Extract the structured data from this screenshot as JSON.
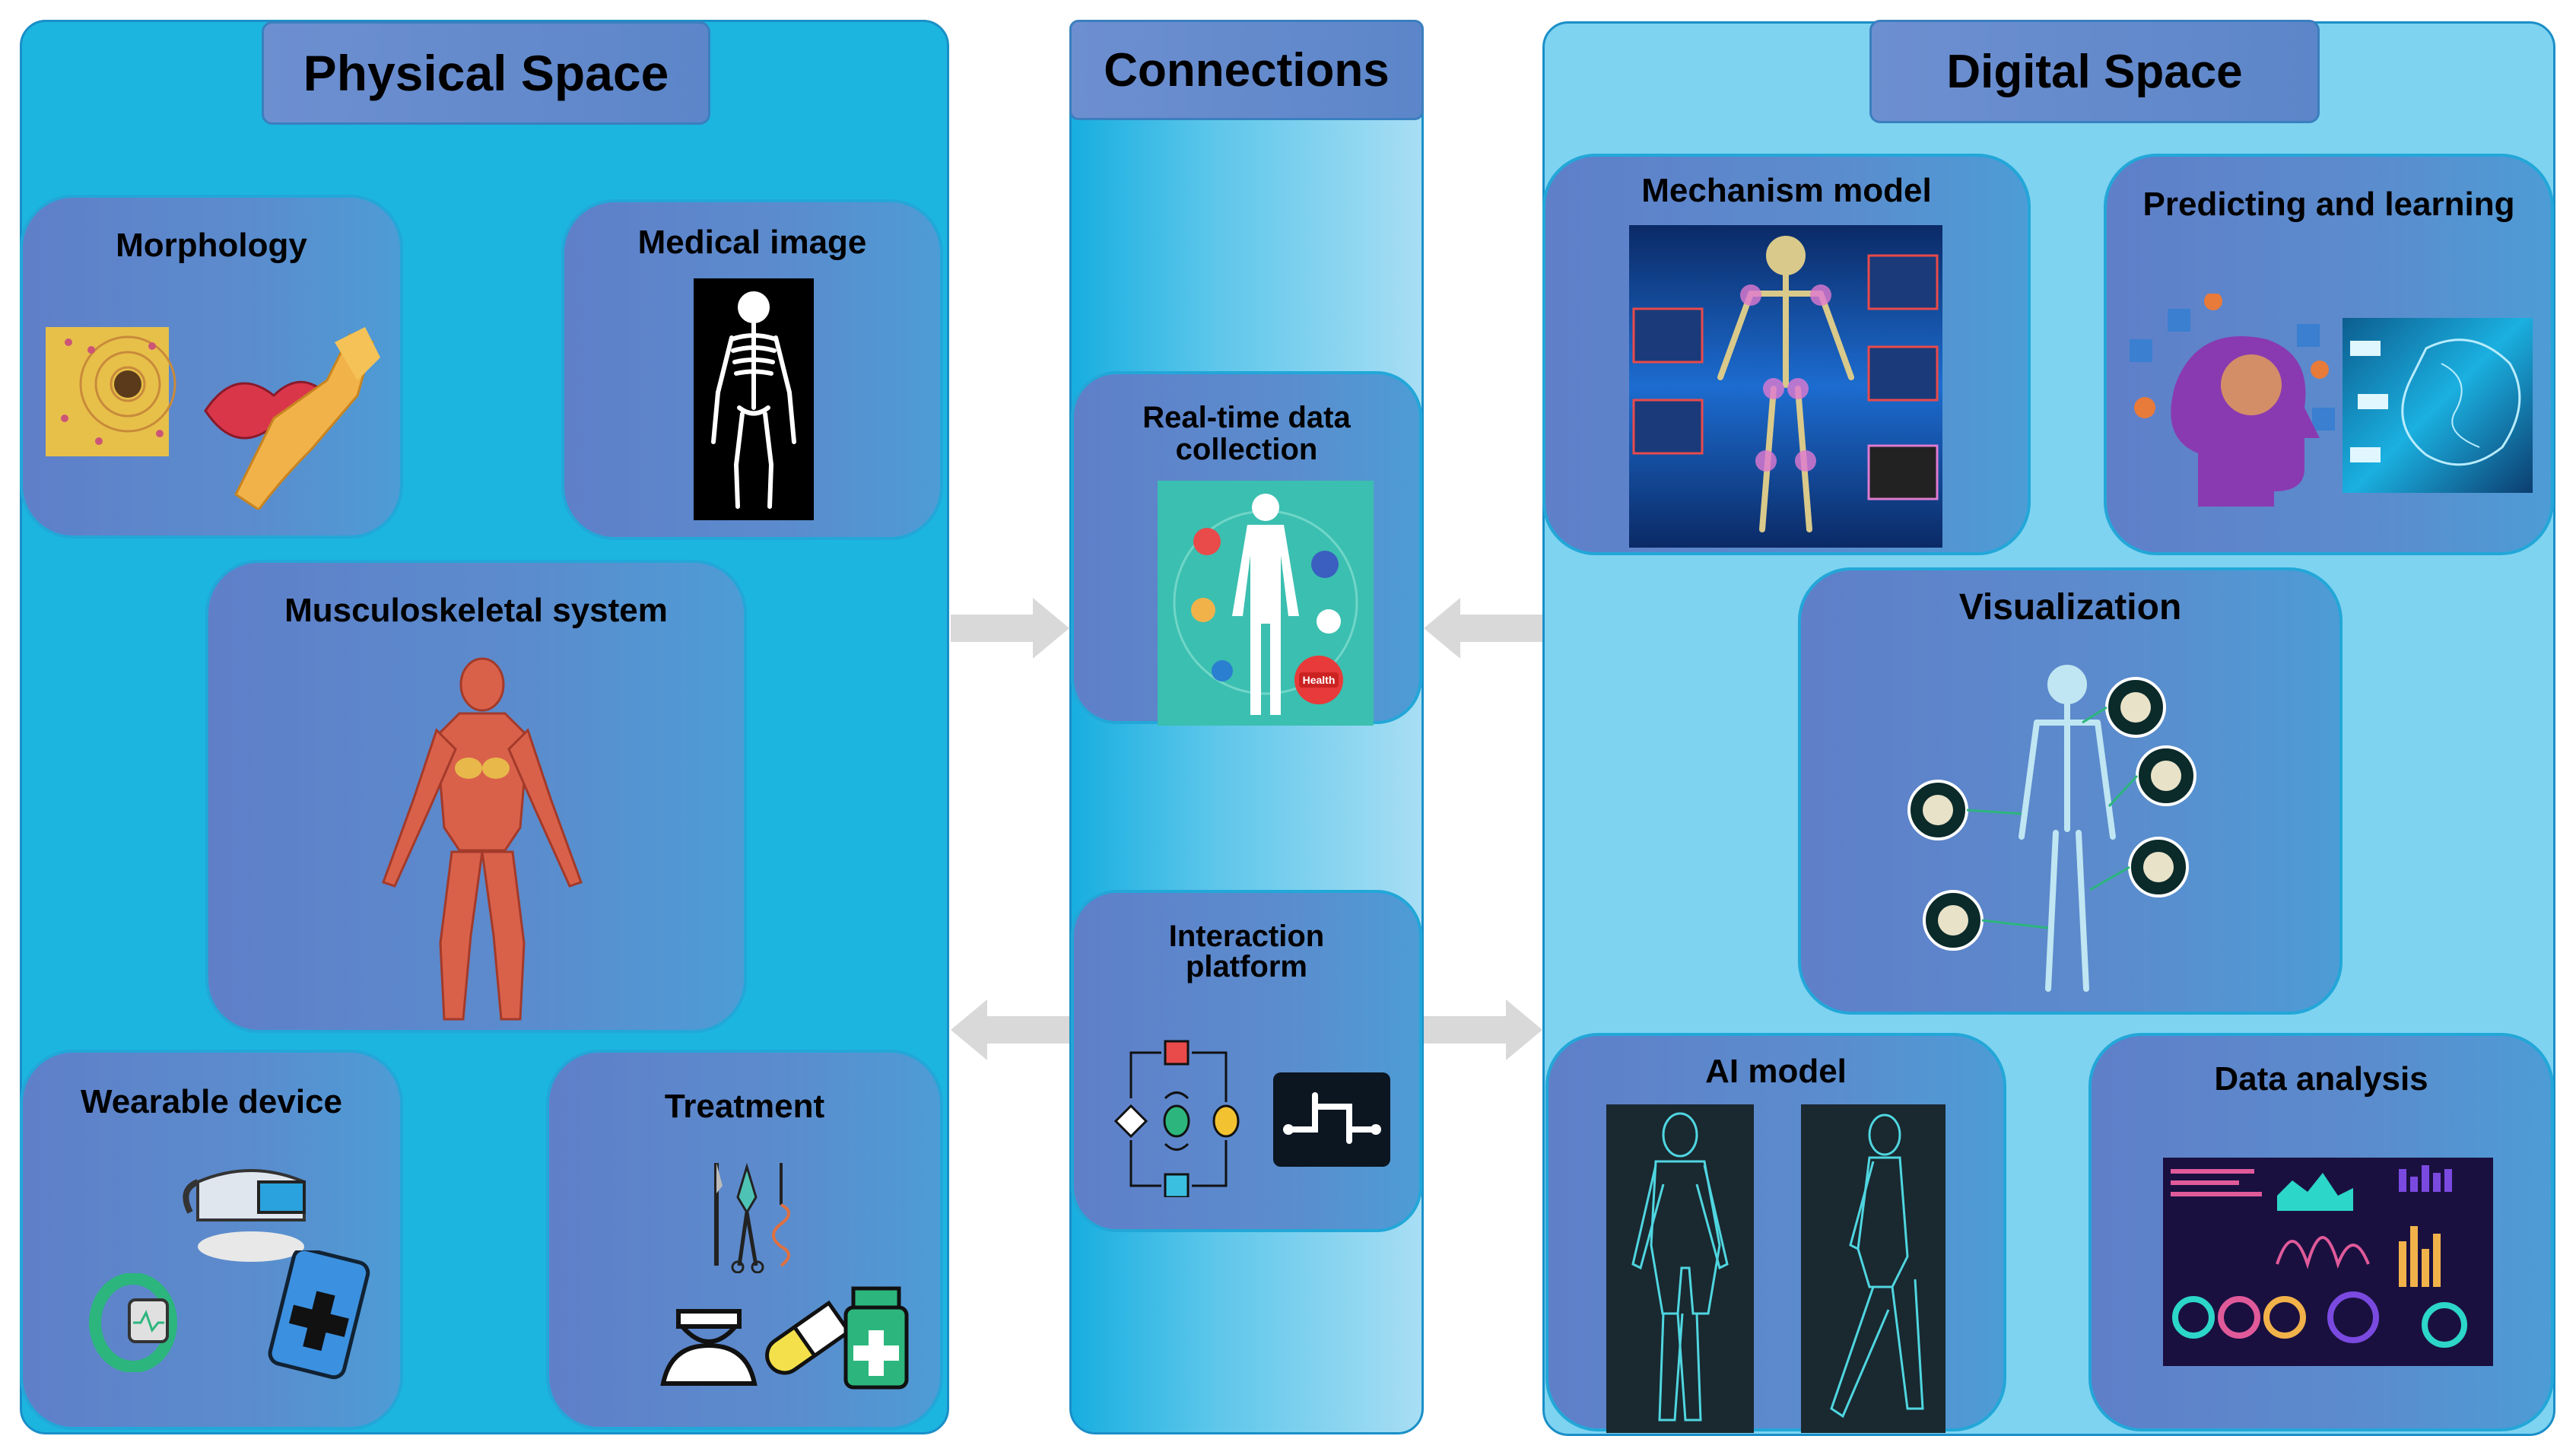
{
  "physical": {
    "title": "Physical Space",
    "cards": {
      "morphology": "Morphology",
      "medical_image": "Medical image",
      "musculoskeletal": "Musculoskeletal system",
      "wearable": "Wearable device",
      "treatment": "Treatment"
    }
  },
  "connections": {
    "title": "Connections",
    "realtime_line1": "Real-time data",
    "realtime_line2": "collection",
    "health_badge": "Health",
    "interaction_line1": "Interaction",
    "interaction_line2": "platform"
  },
  "digital": {
    "title": "Digital Space",
    "cards": {
      "mechanism": "Mechanism model",
      "predicting": "Predicting and learning",
      "visualization": "Visualization",
      "ai_model": "AI model",
      "data_analysis": "Data analysis"
    }
  },
  "colors": {
    "physical_bg": "#1cb5e0",
    "connections_bg_start": "#17aee0",
    "connections_bg_end": "#a8def4",
    "digital_bg": "#7ed3f0",
    "card_fill": "#5f7fc9",
    "arrow": "#d9d9d9"
  }
}
